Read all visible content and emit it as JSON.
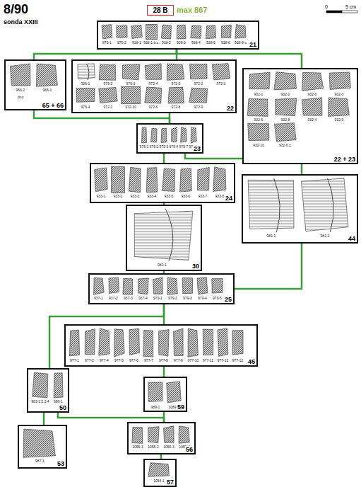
{
  "diagram": {
    "title": "8/90",
    "nodes": [
      {
        "text": [
          "28 B"
        ]
      },
      {
        "text": [
          "875-1",
          "875-2",
          "938-1",
          "938-1-b.c.",
          "938-2",
          "938-3",
          "938-4",
          "938-5",
          "938-6",
          "938-8-c",
          "21"
        ]
      },
      {
        "text": [
          "966-2",
          "966-1",
          "dno",
          "65 + 66"
        ]
      },
      {
        "text": [
          "936-1",
          "976-2",
          "976-3",
          "972-4",
          "972-5",
          "972-2",
          "972-3",
          "976-4",
          "972-1",
          "972-10",
          "972-6",
          "972-8",
          "972-9",
          "22"
        ]
      },
      {
        "text": [
          "932-1",
          "932-2",
          "932-6",
          "932-3",
          "932-5",
          "932-8",
          "932-4",
          "932-9",
          "932-10",
          "932-b.c.",
          "22 + 23"
        ]
      },
      {
        "text": [
          "975-1",
          "975-2",
          "975-3",
          "975-4",
          "975-7",
          "975-8",
          "23"
        ]
      },
      {
        "text": [
          "933-1",
          "933-2",
          "933-3",
          "933-4",
          "933-5",
          "933-6",
          "933-7",
          "933-8",
          "24"
        ]
      },
      {
        "text": [
          "981-1",
          "981-2",
          "44"
        ]
      },
      {
        "text": [
          "930-1",
          "30"
        ]
      },
      {
        "text": [
          "937-1",
          "937-2",
          "937-3",
          "937-4",
          "979-1",
          "979-2",
          "979-3",
          "979-4",
          "979-5",
          "25"
        ]
      },
      {
        "text": [
          "977-1",
          "977-2",
          "977-4",
          "977-5",
          "977-6",
          "977-7",
          "977-8",
          "977-9",
          "977-10",
          "977-11",
          "977-13",
          "977-12",
          "45"
        ]
      },
      {
        "text": [
          "983-1,2,3,4",
          "986-1",
          "50"
        ]
      },
      {
        "text": [
          "989-1",
          "1089-1",
          "59"
        ]
      },
      {
        "text": [
          "987-1",
          "53"
        ]
      },
      {
        "text": [
          "1055-1",
          "1055-2",
          "1055-3",
          "1055-4",
          "56"
        ]
      },
      {
        "text": [
          "1054-1",
          "57"
        ]
      }
    ],
    "edges": [
      {
        "from": 1,
        "to": 2,
        "arrow": "none"
      },
      {
        "from": 1,
        "to": 3,
        "arrow": "none"
      },
      {
        "from": 1,
        "to": 4,
        "arrow": "none"
      },
      {
        "from": 2,
        "to": 5,
        "arrow": "none"
      },
      {
        "from": 3,
        "to": 5,
        "arrow": "none"
      },
      {
        "from": 5,
        "to": 6,
        "arrow": "none"
      },
      {
        "from": 5,
        "to": 7,
        "arrow": "none"
      },
      {
        "from": 6,
        "to": 8,
        "arrow": "none"
      },
      {
        "from": 7,
        "to": 9,
        "arrow": "none"
      },
      {
        "from": 8,
        "to": 9,
        "arrow": "none"
      },
      {
        "from": 9,
        "to": 10,
        "arrow": "none"
      },
      {
        "from": 9,
        "to": 11,
        "arrow": "none"
      },
      {
        "from": 10,
        "to": 12,
        "arrow": "none"
      },
      {
        "from": 11,
        "to": 13,
        "arrow": "none"
      },
      {
        "from": 11,
        "to": 14,
        "arrow": "none"
      },
      {
        "from": 12,
        "to": 14,
        "arrow": "none"
      },
      {
        "from": 14,
        "to": 15,
        "arrow": "none"
      }
    ],
    "labels": [
      "sonda XXIII",
      "max 867",
      "0",
      "5 cm"
    ]
  }
}
